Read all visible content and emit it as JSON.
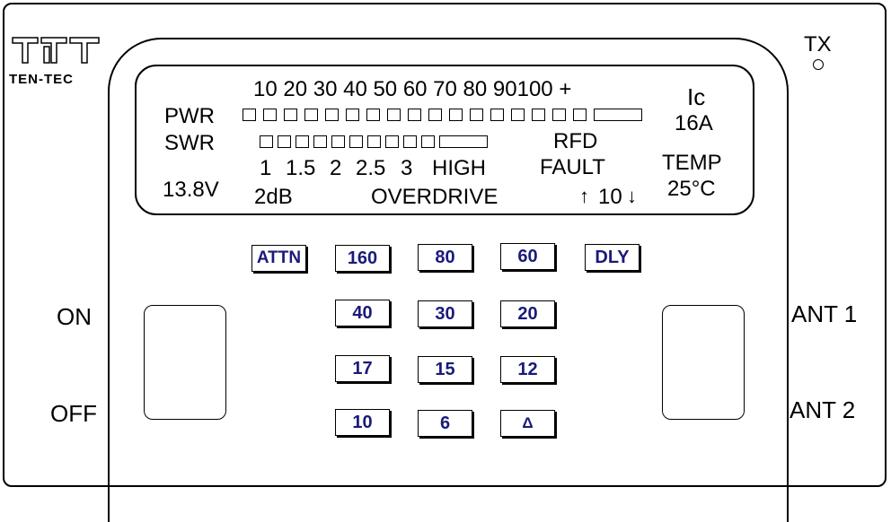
{
  "brand": {
    "logo_text": "TEN-TEC"
  },
  "indicators": {
    "tx": "TX"
  },
  "display": {
    "pwr_scale": "10 20 30 40 50 60 70 80 90100 +",
    "pwr_label": "PWR",
    "swr_label": "SWR",
    "swr_scale": [
      "1",
      "1.5",
      "2",
      "2.5",
      "3",
      "HIGH"
    ],
    "voltage": "13.8V",
    "attn_db": "2dB",
    "overdrive": "OVERDRIVE",
    "ic_label": "Ic",
    "current": "16A",
    "rfd": "RFD",
    "fault": "FAULT",
    "delay_up": "↑",
    "delay_value": "10",
    "delay_down": "↓",
    "temp_label": "TEMP",
    "temp_value": "25°C",
    "pwr_bar": {
      "small_segments": 17,
      "has_long_segment": true
    },
    "swr_bar": {
      "small_segments": 10,
      "has_long_segment": true
    }
  },
  "buttons": {
    "attn": "ATTN",
    "b160": "160",
    "b80": "80",
    "b60": "60",
    "dly": "DLY",
    "b40": "40",
    "b30": "30",
    "b20": "20",
    "b17": "17",
    "b15": "15",
    "b12": "12",
    "b10": "10",
    "b6": "6",
    "delta": "Δ"
  },
  "power": {
    "on": "ON",
    "off": "OFF"
  },
  "antenna": {
    "ant1": "ANT 1",
    "ant2": "ANT 2"
  }
}
